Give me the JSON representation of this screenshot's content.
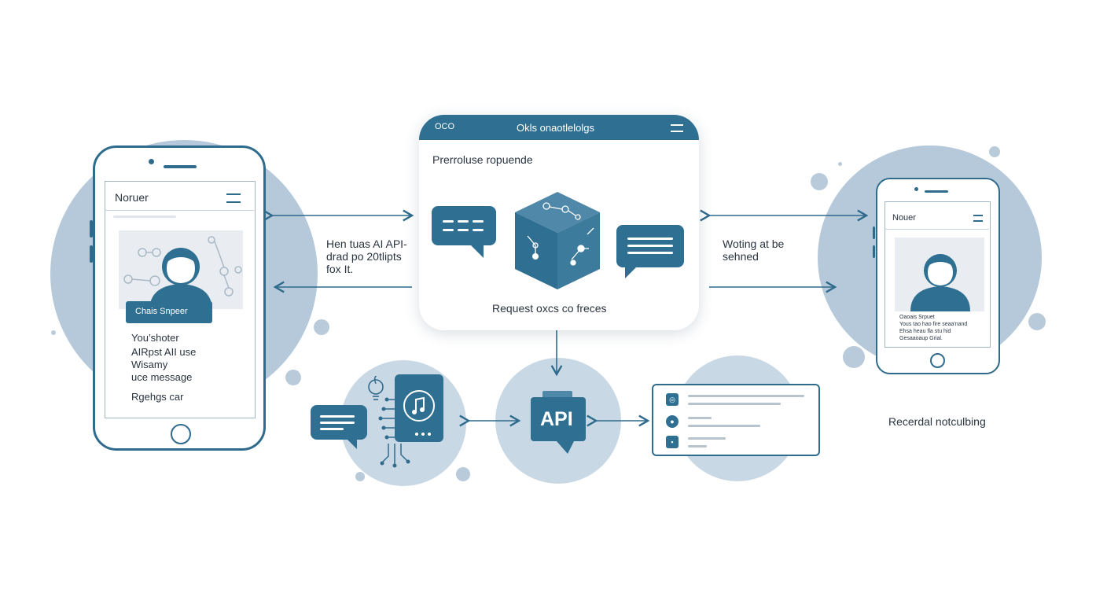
{
  "left_phone": {
    "app_name": "Noruer",
    "chip_label": "Chais Snpeer",
    "lines": [
      "You’shoter",
      "AIRpst AII use",
      "Wisamy",
      "uce message"
    ],
    "footer": "Rgehgs car"
  },
  "left_caption": [
    "Hen tuas AI API-",
    "drad po 20tlipts",
    "fox It."
  ],
  "center_card": {
    "header_left": "OCO",
    "header_title": "Okls onaotlelolgs",
    "subtitle": "Prerroluse ropuende",
    "footer": "Request oxcs co freces"
  },
  "right_caption": [
    "Woting at be",
    "sehned"
  ],
  "right_phone": {
    "app_name": "Nouer",
    "lines": [
      "Oaoais Srpuet",
      "Yous tao hao fire seaa'nand",
      "Ehsa heau fla stu hid",
      "Gesaaoaup Grial."
    ]
  },
  "api_label": "API",
  "bottom_right_caption": "Recerdal notculbing",
  "colors": {
    "primary": "#2e6f92",
    "blob": "#b5c9da",
    "line": "#2f6b8c"
  },
  "icons": [
    "chat-bubble-icon",
    "cube-network-icon",
    "music-note-icon",
    "lightbulb-icon",
    "hamburger-menu-icon",
    "avatar-icon"
  ]
}
